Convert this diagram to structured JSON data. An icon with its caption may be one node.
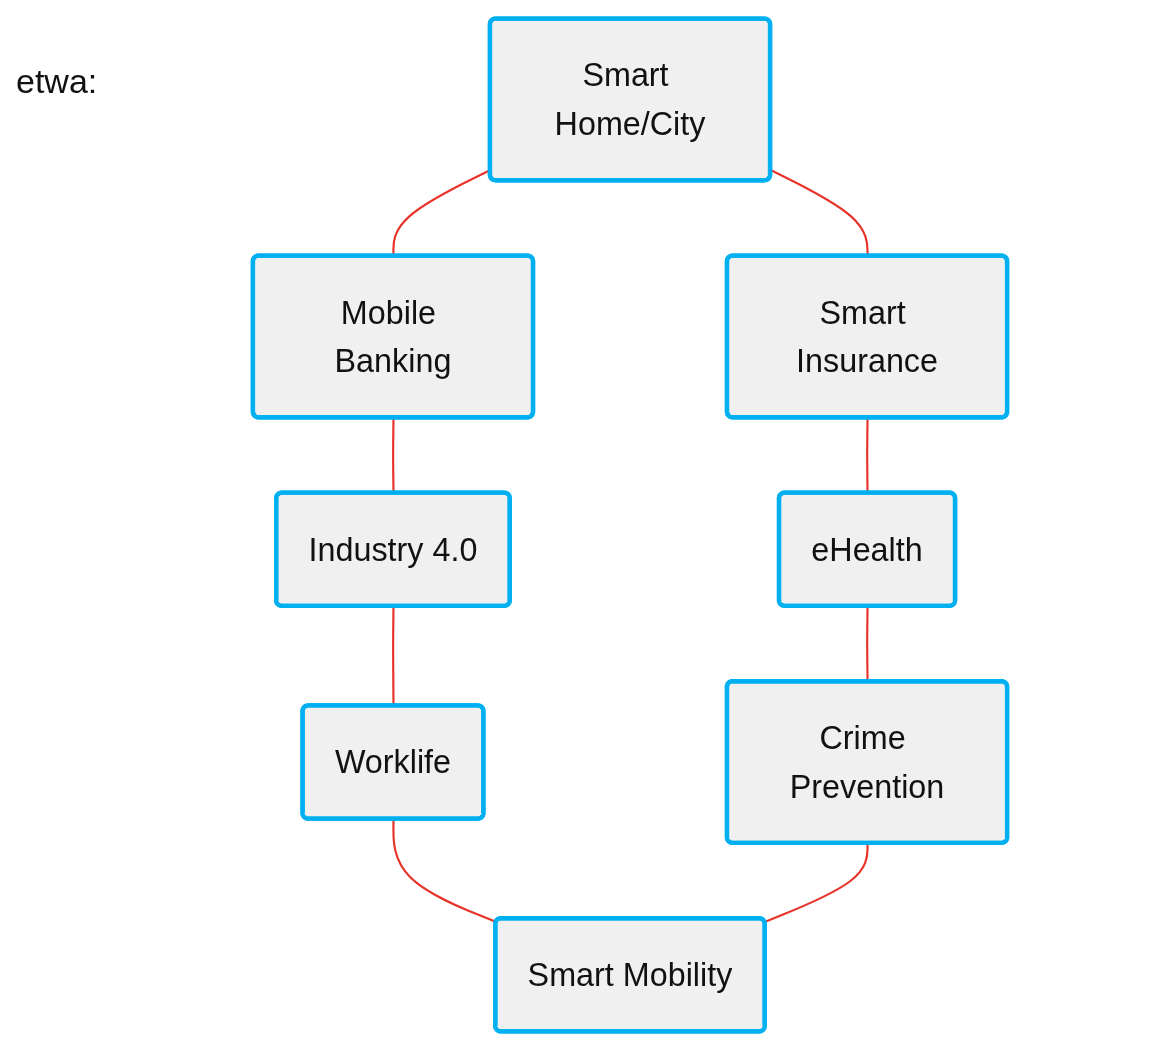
{
  "diagram": {
    "nodes": [
      {
        "text": [
          "Smart Home/City"
        ]
      },
      {
        "text": [
          "Mobile Banking"
        ]
      },
      {
        "text": [
          "Industry 4.0"
        ]
      },
      {
        "text": [
          "Worklife"
        ]
      },
      {
        "text": [
          "Smart Mobility"
        ]
      },
      {
        "text": [
          "Crime Prevention"
        ]
      },
      {
        "text": [
          "eHealth"
        ]
      },
      {
        "text": [
          "Smart Insurance"
        ]
      }
    ],
    "edges": [
      {
        "from": 0,
        "to": 1,
        "arrow": "none"
      },
      {
        "from": 1,
        "to": 2,
        "arrow": "none"
      },
      {
        "from": 2,
        "to": 3,
        "arrow": "none"
      },
      {
        "from": 3,
        "to": 4,
        "arrow": "none"
      },
      {
        "from": 0,
        "to": 7,
        "arrow": "none"
      },
      {
        "from": 7,
        "to": 6,
        "arrow": "none"
      },
      {
        "from": 6,
        "to": 5,
        "arrow": "none"
      },
      {
        "from": 5,
        "to": 4,
        "arrow": "none"
      }
    ],
    "labels": [
      "etwa:"
    ]
  }
}
